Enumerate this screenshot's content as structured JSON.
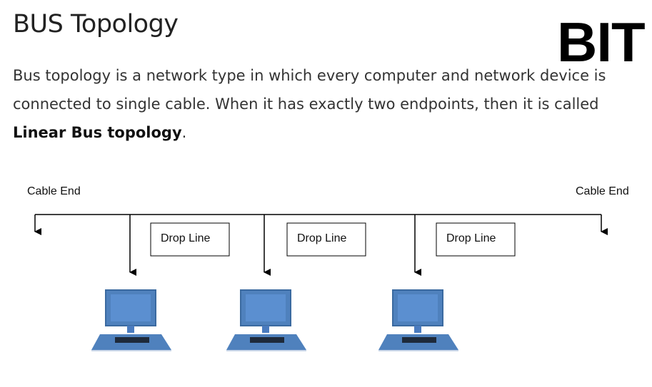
{
  "title": "BUS Topology",
  "watermark": "BIT",
  "description": {
    "part1": "Bus topology is a network type in which every computer and network device is connected to single cable. When it has exactly two endpoints, then it is called ",
    "bold": "Linear Bus topology",
    "part2": "."
  },
  "diagram": {
    "cable_end_left": "Cable End",
    "cable_end_right": "Cable End",
    "drop_lines": [
      "Drop Line",
      "Drop Line",
      "Drop Line"
    ],
    "colors": {
      "line": "#000000",
      "screen": "#4f81bd",
      "screen_border": "#3b6aa0",
      "stand": "#4a7bbf",
      "keyboard_base": "#4f81bd",
      "keys": "#1e2a3a"
    }
  }
}
